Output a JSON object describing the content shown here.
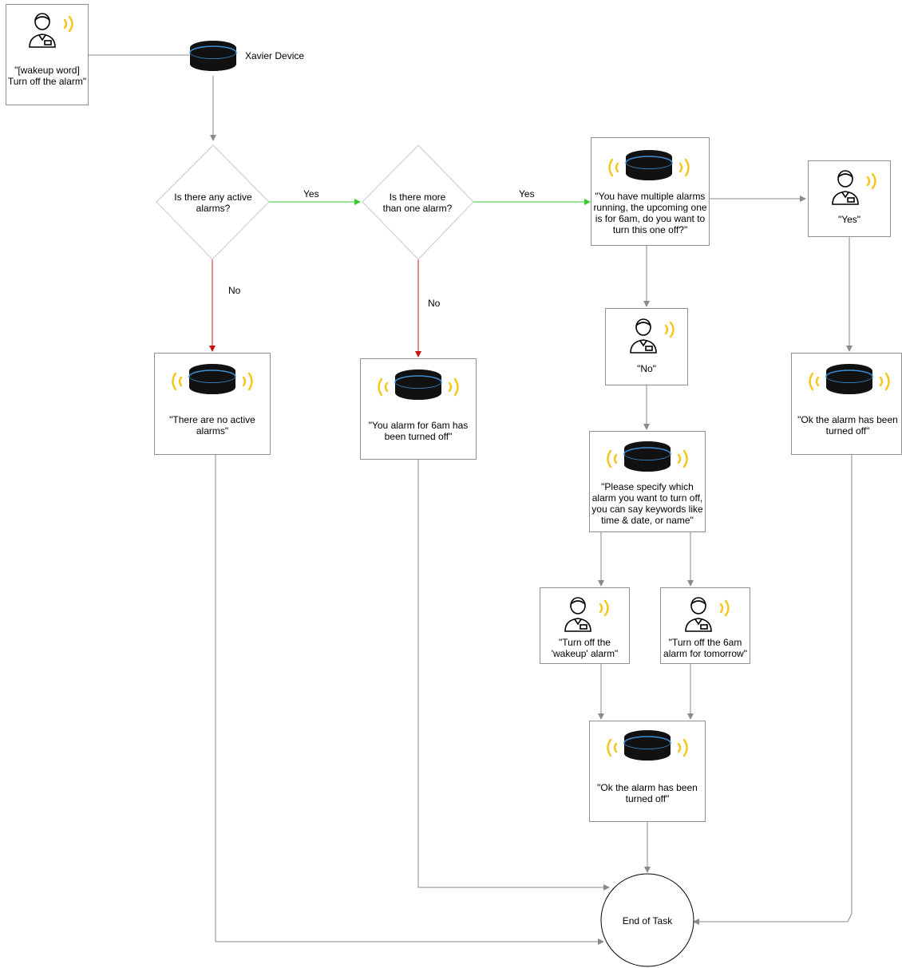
{
  "nodes": {
    "user_wakeup": {
      "text": "\"[wakeup word]\nTurn off the alarm\""
    },
    "device": {
      "text": "Xavier Device"
    },
    "q_active": {
      "text": "Is there any active\nalarms?"
    },
    "q_more": {
      "text": "Is there more\nthan one alarm?"
    },
    "multi": {
      "text": "\"You have multiple alarms\nrunning, the upcoming one\nis for 6am, do you want to\nturn this one off?\""
    },
    "user_yes": {
      "text": "\"Yes\""
    },
    "no_active": {
      "text": "\"There are no active\nalarms\""
    },
    "turned_off_6am": {
      "text": "\"You alarm for 6am has\nbeen turned off\""
    },
    "user_no": {
      "text": "\"No\""
    },
    "ok_right": {
      "text": "\"Ok the alarm has been\nturned off\""
    },
    "specify": {
      "text": "\"Please specify which\nalarm you want to turn off,\nyou can say keywords like\ntime & date, or name\""
    },
    "user_wakeup_alarm": {
      "text": "\"Turn off the\n'wakeup' alarm\""
    },
    "user_6am": {
      "text": "\"Turn off the 6am\nalarm for tomorrow\""
    },
    "ok_bottom": {
      "text": "\"Ok the alarm has been\nturned off\""
    },
    "end": {
      "text": "End of Task"
    }
  },
  "edges": {
    "yes_1": "Yes",
    "yes_2": "Yes",
    "no_1": "No",
    "no_2": "No"
  },
  "colors": {
    "yes_line": "#33cc33",
    "no_line": "#cc1111",
    "default_line": "#8a8a8a",
    "wave": "#f5c518",
    "device_ring": "#3d8fd6"
  }
}
